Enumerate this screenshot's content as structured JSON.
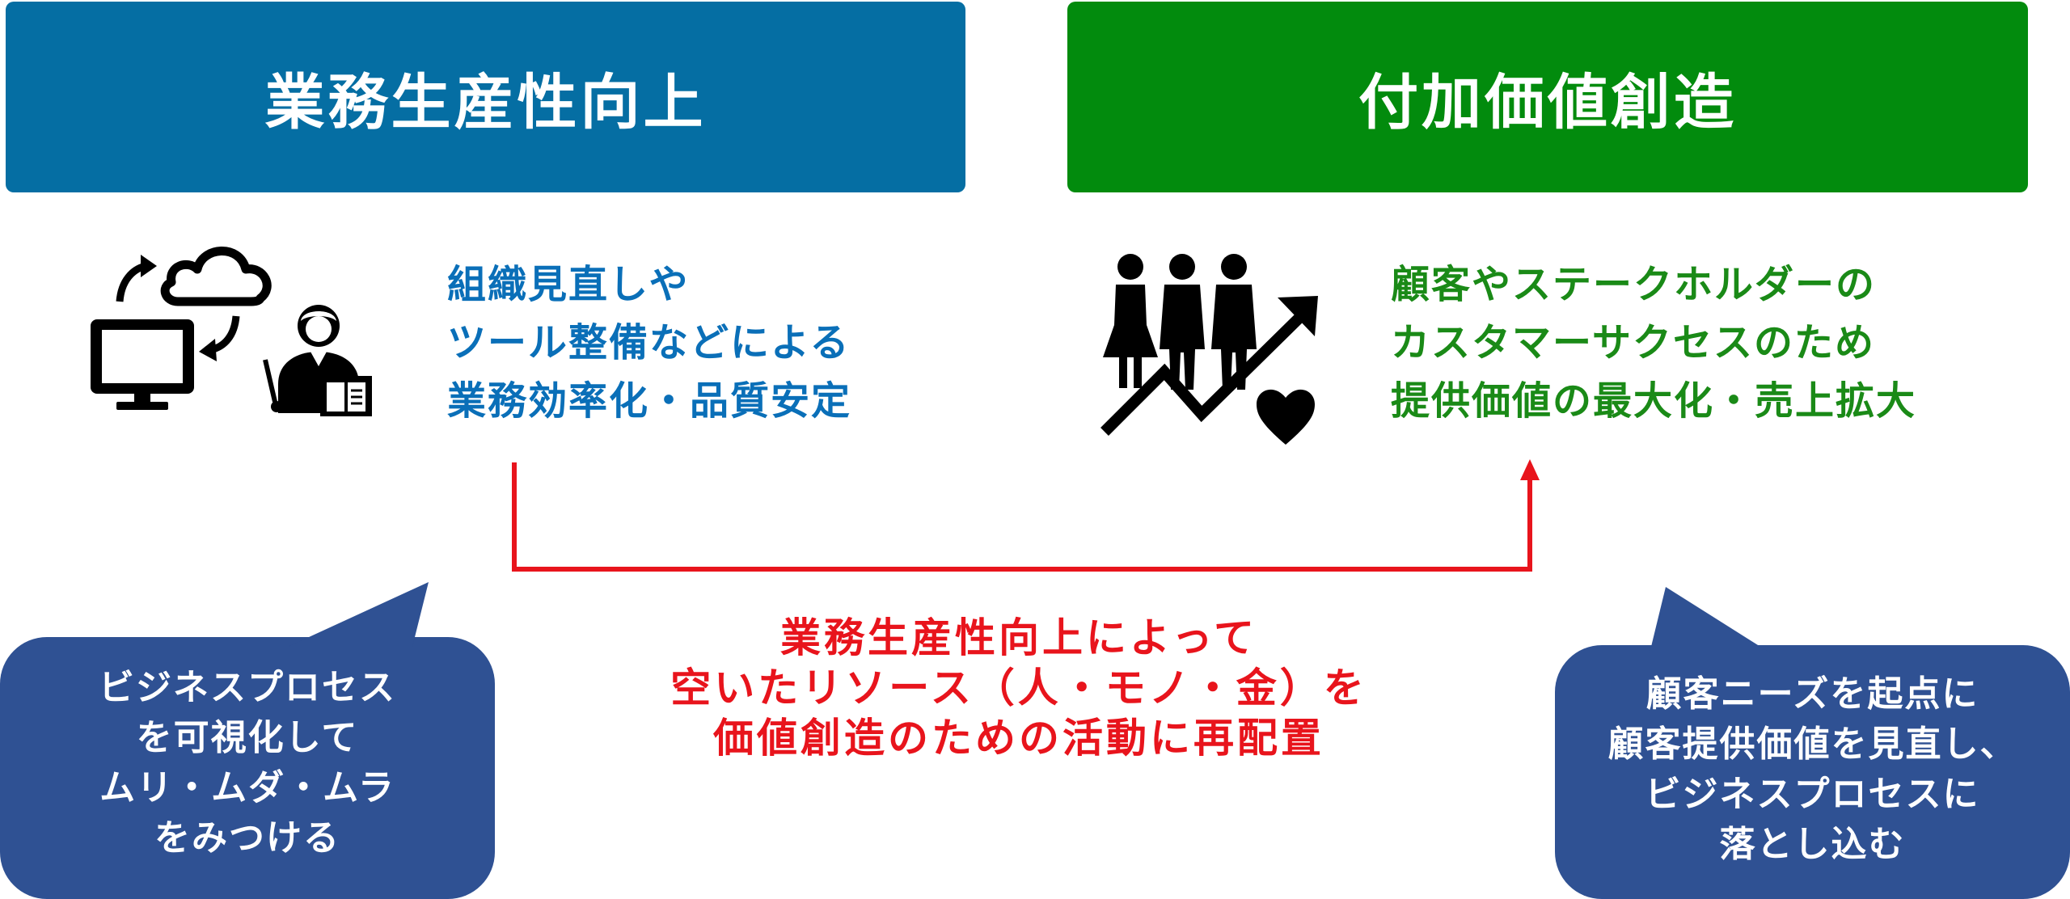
{
  "colors": {
    "left_banner": "#056ea3",
    "right_banner": "#028b0d",
    "left_text": "#0a6fb8",
    "right_text": "#1a8a17",
    "arrow": "#e8141c",
    "center_text": "#e8141c",
    "bubble": "#2f5193",
    "icon": "#000000"
  },
  "left": {
    "banner_title": "業務生産性向上",
    "icon": "cloud-computer-teacher-icon",
    "description_lines": [
      "組織見直しや",
      "ツール整備などによる",
      "業務効率化・品質安定"
    ]
  },
  "right": {
    "banner_title": "付加価値創造",
    "icon": "people-growth-heart-icon",
    "description_lines": [
      "顧客やステークホルダーの",
      "カスタマーサクセスのため",
      "提供価値の最大化・売上拡大"
    ]
  },
  "center": {
    "lines": [
      "業務生産性向上によって",
      "空いたリソース（人・モノ・金）を",
      "価値創造のための活動に再配置"
    ]
  },
  "bubbles": {
    "left_lines": [
      "ビジネスプロセス",
      "を可視化して",
      "ムリ・ムダ・ムラ",
      "をみつける"
    ],
    "right_lines": [
      "顧客ニーズを起点に",
      "顧客提供価値を見直し、",
      "ビジネスプロセスに",
      "落とし込む"
    ]
  }
}
